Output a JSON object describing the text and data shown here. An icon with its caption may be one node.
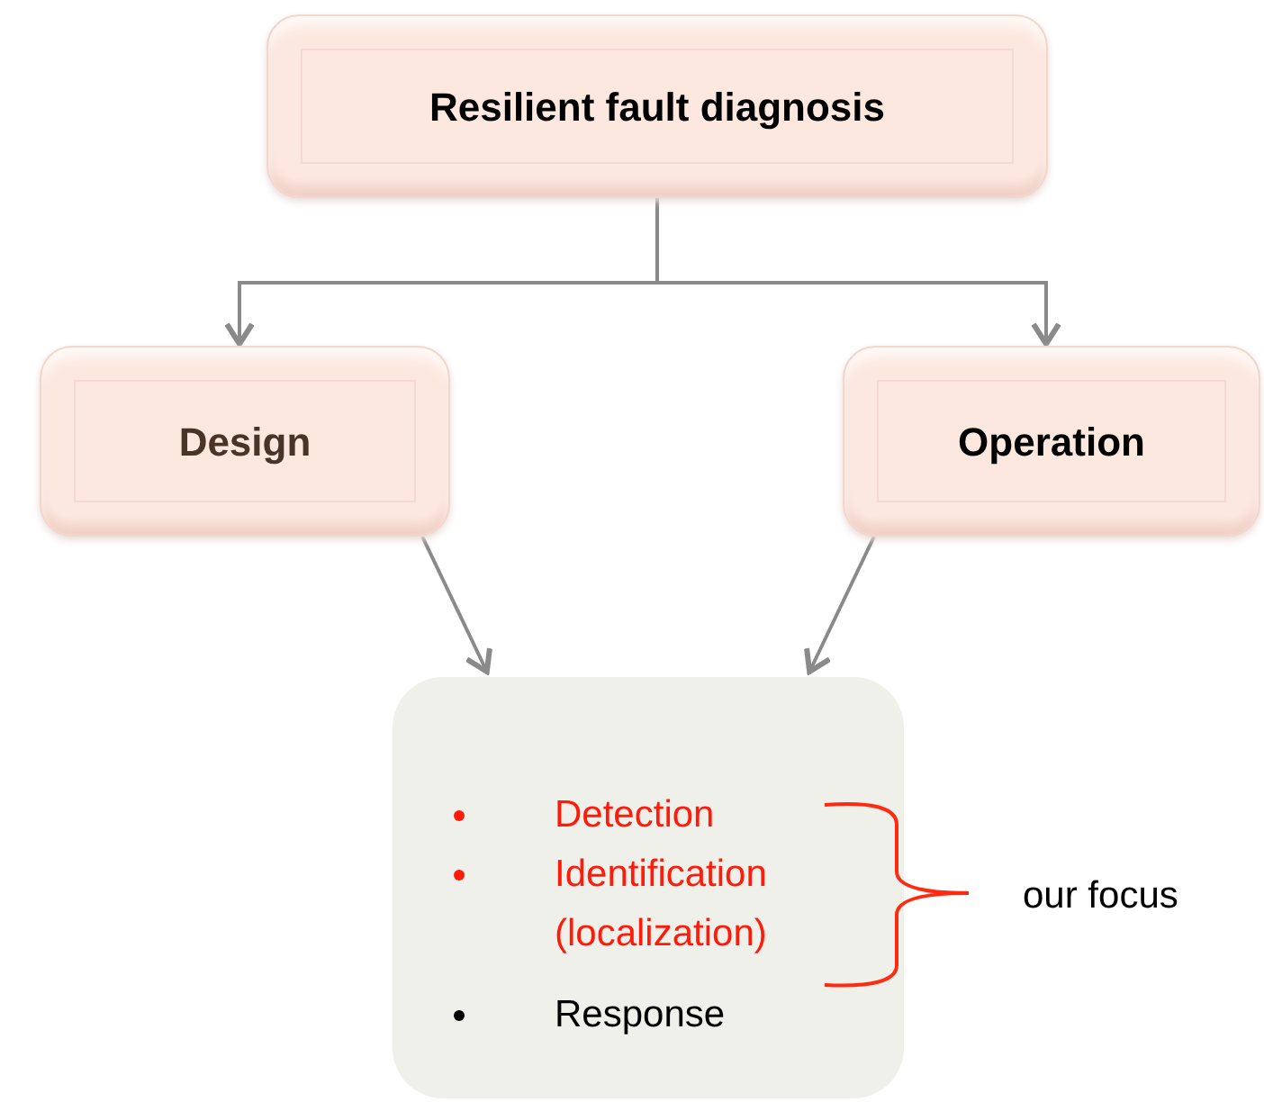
{
  "diagram": {
    "nodes": [
      {
        "text": [
          "Resilient fault diagnosis"
        ]
      },
      {
        "text": [
          "Design"
        ]
      },
      {
        "text": [
          "Operation"
        ]
      },
      {
        "text": [
          "Detection",
          "Identification (localization)",
          "Response"
        ]
      }
    ],
    "edges": [
      {
        "from": 0,
        "to": 1,
        "arrow": "to"
      },
      {
        "from": 0,
        "to": 2,
        "arrow": "to"
      },
      {
        "from": 1,
        "to": 3,
        "arrow": "to"
      },
      {
        "from": 2,
        "to": 3,
        "arrow": "to"
      }
    ],
    "labels": [
      "our focus"
    ]
  }
}
